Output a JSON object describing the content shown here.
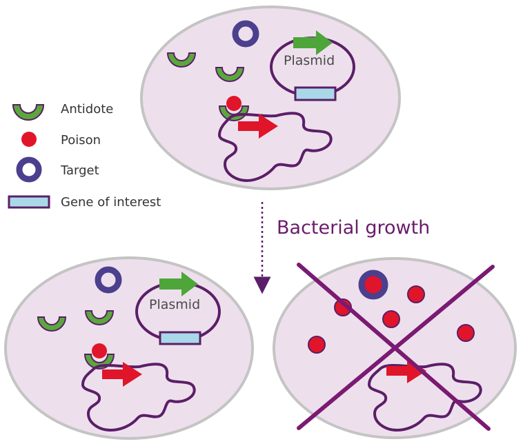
{
  "legend": {
    "antidote": "Antidote",
    "poison": "Poison",
    "target": "Target",
    "gene": "Gene of interest"
  },
  "cells": {
    "top": {
      "plasmid_label": "Plasmid"
    },
    "bottom_left": {
      "plasmid_label": "Plasmid"
    }
  },
  "growth_label": "Bacterial growth",
  "colors": {
    "cell_fill": "#ede0ec",
    "cell_stroke": "#c4c4c4",
    "dna": "#5b1e68",
    "antidote": "#5aa83b",
    "poison": "#e0152a",
    "target": "#4b3f8e",
    "gene": "#a9d9e8",
    "plasmid_arrow": "#4ea53a",
    "chromosome_arrow": "#e0152a",
    "cross": "#7a1a72"
  }
}
